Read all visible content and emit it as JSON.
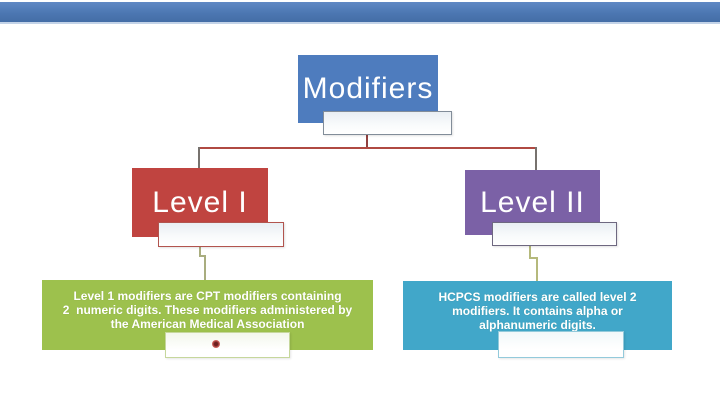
{
  "diagram": {
    "root": {
      "label": "Modifiers",
      "fill": "#4e7cbe"
    },
    "children": [
      {
        "label": "Level I",
        "fill": "#c04440"
      },
      {
        "label": "Level II",
        "fill": "#7b61a6"
      }
    ],
    "descriptions": [
      {
        "for": "Level I",
        "fill": "#9dc14d",
        "lines": [
          "Level 1 modifiers are CPT modifiers containing",
          "2  numeric digits. These modifiers administered by",
          "the American Medical Association"
        ]
      },
      {
        "for": "Level II",
        "fill": "#41a7c9",
        "lines": [
          "HCPCS modifiers are called level 2",
          "modifiers. It contains alpha or",
          "alphanumeric digits."
        ]
      }
    ]
  },
  "colors": {
    "top_bar": "#4c77b2",
    "top_bar_underline": "#c3d3e8",
    "connector_red": "#b04a42",
    "connector_red_dark": "#92403e",
    "connector_gray_drop": "#77726e",
    "connector_olive": "#a9ad7f",
    "bullet_dot": "#c1504b",
    "background": "#ffffff"
  }
}
